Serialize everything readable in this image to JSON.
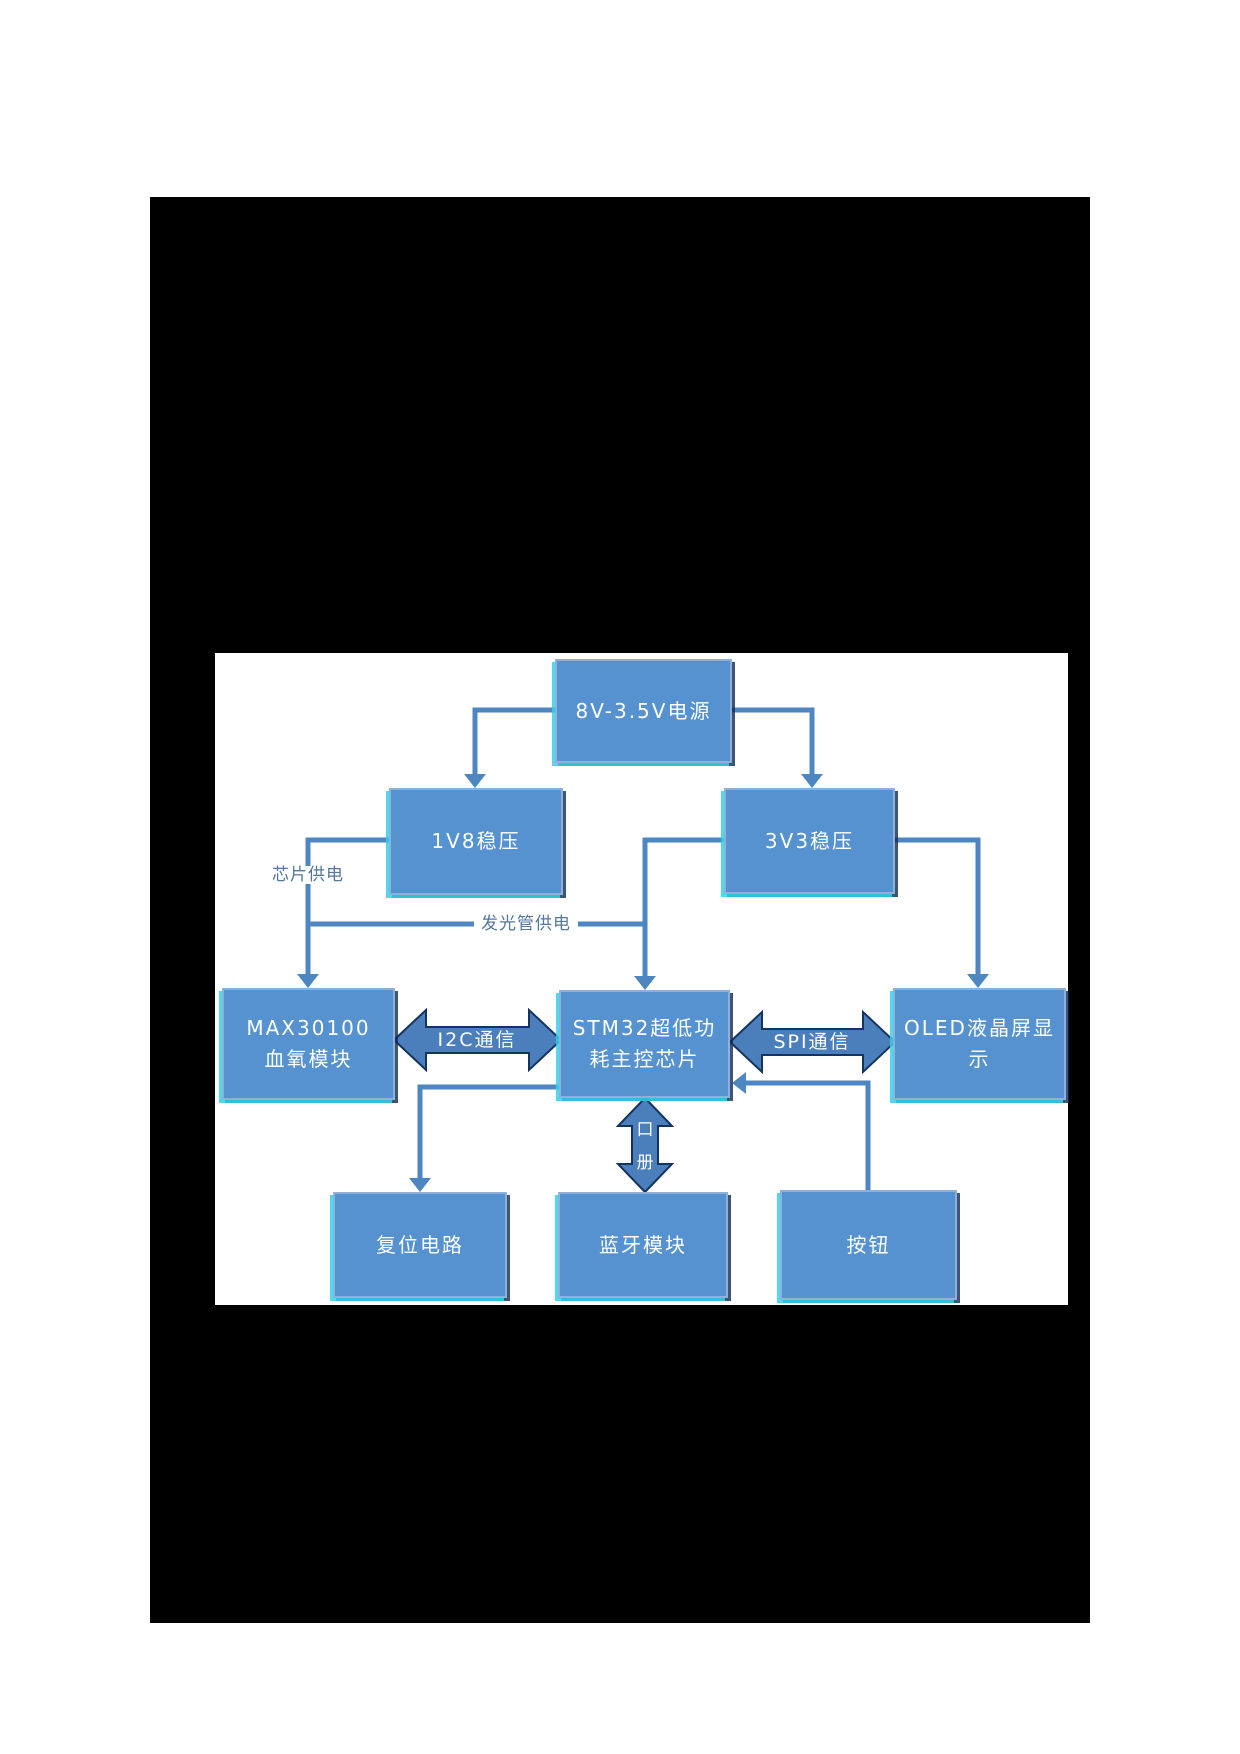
{
  "figure": {
    "type": "block-diagram",
    "background": "#000000",
    "panel_background": "#ffffff"
  },
  "colors": {
    "box_fill": "#5592cf",
    "box_border": "#8fb0d8",
    "box_text": "#ffffff",
    "connector": "#4e86c1",
    "double_arrow_fill": "#4b7fbc",
    "double_arrow_outline": "#14335f",
    "glow_cyan": "#2ed3ea",
    "shadow_navy": "#102a54",
    "wire_label_text": "#54779e"
  },
  "nodes": {
    "power": {
      "lines": [
        "8V-3.5V电源"
      ]
    },
    "reg1v8": {
      "lines": [
        "1V8稳压"
      ]
    },
    "reg3v3": {
      "lines": [
        "3V3稳压"
      ]
    },
    "max30100": {
      "lines": [
        "MAX30100",
        "血氧模块"
      ]
    },
    "stm32": {
      "lines": [
        "STM32超低功",
        "耗主控芯片"
      ]
    },
    "oled": {
      "lines": [
        "OLED液晶屏显",
        "示"
      ]
    },
    "reset": {
      "lines": [
        "复位电路"
      ]
    },
    "bluetooth": {
      "lines": [
        "蓝牙模块"
      ]
    },
    "button": {
      "lines": [
        "按钮"
      ]
    }
  },
  "edge_labels": {
    "chip_power": "芯片供电",
    "led_power": "发光管供电",
    "i2c": "I2C通信",
    "spi": "SPI通信",
    "serial": [
      "口",
      "册"
    ]
  }
}
